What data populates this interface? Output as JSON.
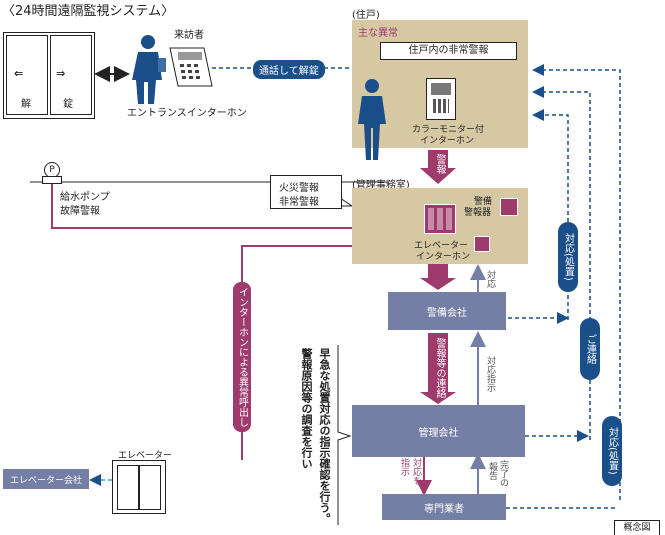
{
  "title": "〈24時間遠隔監視システム〉",
  "door": {
    "left_label": "解",
    "right_label": "錠"
  },
  "visitor_label": "来訪者",
  "entrance_label": "エントランスインターホン",
  "call_unlock": "通話して解錠",
  "dwelling": {
    "header": "(住戸)",
    "main_abnormal": "主な異常",
    "alarm_box": "住戸内の非常警報",
    "monitor_label_1": "カラーモニター付",
    "monitor_label_2": "インターホン"
  },
  "alarm_arrow": "警報",
  "mgmt_room": {
    "header": "(管理事務室)",
    "callout_1": "火災警報",
    "callout_2": "非常警報",
    "security_alarm_1": "警備",
    "security_alarm_2": "警報器",
    "elevator_ic_1": "エレベーター",
    "elevator_ic_2": "インターホン"
  },
  "pump": {
    "symbol": "P",
    "label_1": "給水ポンプ",
    "label_2": "故障警報"
  },
  "security_company": "警備会社",
  "taiou": "対応",
  "report_contact": "警報等の連絡",
  "taiou_shiji": "対応指示",
  "management_company": "管理会社",
  "taiou_wo": "対応を",
  "shiji": "指示",
  "kanryo": "完了の",
  "houkoku": "報告",
  "contractor": "専門業者",
  "intercom_call": "インターホンによる異常呼出し",
  "elevator": "エレベーター",
  "elevator_company": "エレベーター会社",
  "pill_taiou_shochi_1": "対応(処置)",
  "pill_renraku": "ご連絡",
  "pill_taiou_shochi_2": "対応(処置)",
  "vertical_note_1": "警報原因等の調査を行い",
  "vertical_note_2": "早急な処置対応の指示確認を行う。",
  "concept": "概念図",
  "colors": {
    "tan": "#d6c8a2",
    "navy": "#757ea4",
    "blue": "#1a4f8a",
    "pink": "#9e3a6c"
  }
}
